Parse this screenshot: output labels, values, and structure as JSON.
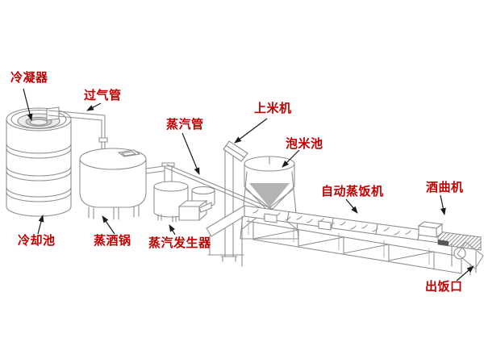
{
  "diagram": {
    "kind": "brewing-equipment-production-line",
    "labels": [
      {
        "id": "condenser",
        "text": "冷凝器"
      },
      {
        "id": "gas-pipe",
        "text": "过气管"
      },
      {
        "id": "steam-pipe",
        "text": "蒸汽管"
      },
      {
        "id": "rice-feeder",
        "text": "上米机"
      },
      {
        "id": "rice-soaking-pool",
        "text": "泡米池"
      },
      {
        "id": "auto-rice-steamer",
        "text": "自动蒸饭机"
      },
      {
        "id": "yeast-machine",
        "text": "酒曲机"
      },
      {
        "id": "cooling-pool",
        "text": "冷却池"
      },
      {
        "id": "liquor-pot",
        "text": "蒸酒锅"
      },
      {
        "id": "steam-generator",
        "text": "蒸汽发生器"
      },
      {
        "id": "rice-outlet",
        "text": "出饭口"
      }
    ],
    "colors": {
      "label_red": "#c00000",
      "sketch_line": "#8f8f8f",
      "arrow_black": "#1a1a1a",
      "funnel_gray": "#b3b3b3",
      "background": "#ffffff"
    }
  }
}
